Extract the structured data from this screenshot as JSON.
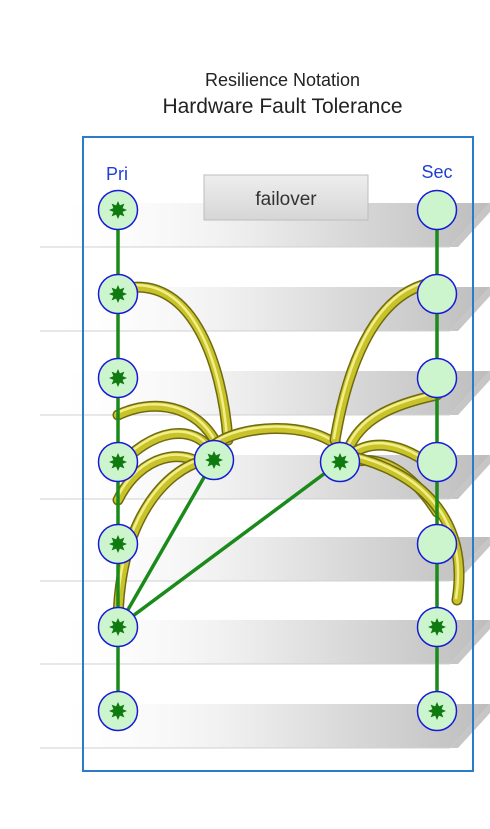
{
  "header": {
    "line1": "Resilience Notation",
    "line2": "Hardware Fault Tolerance"
  },
  "labels": {
    "primary": "Pri",
    "secondary": "Sec",
    "failover": "failover"
  },
  "colors": {
    "frame": "#2a7bc8",
    "label_blue": "#1f3fd4",
    "node_fill": "#cdf5cd",
    "node_stroke": "#1a1ad6",
    "active_star": "#0f7a0f",
    "green_line": "#1a8a1a",
    "tube": "#c9c32a"
  },
  "nodes": {
    "primary_active": [
      true,
      true,
      true,
      true,
      true,
      true,
      true
    ],
    "secondary_active": [
      false,
      false,
      false,
      false,
      false,
      true,
      true
    ],
    "middle_active": [
      true,
      true
    ]
  }
}
